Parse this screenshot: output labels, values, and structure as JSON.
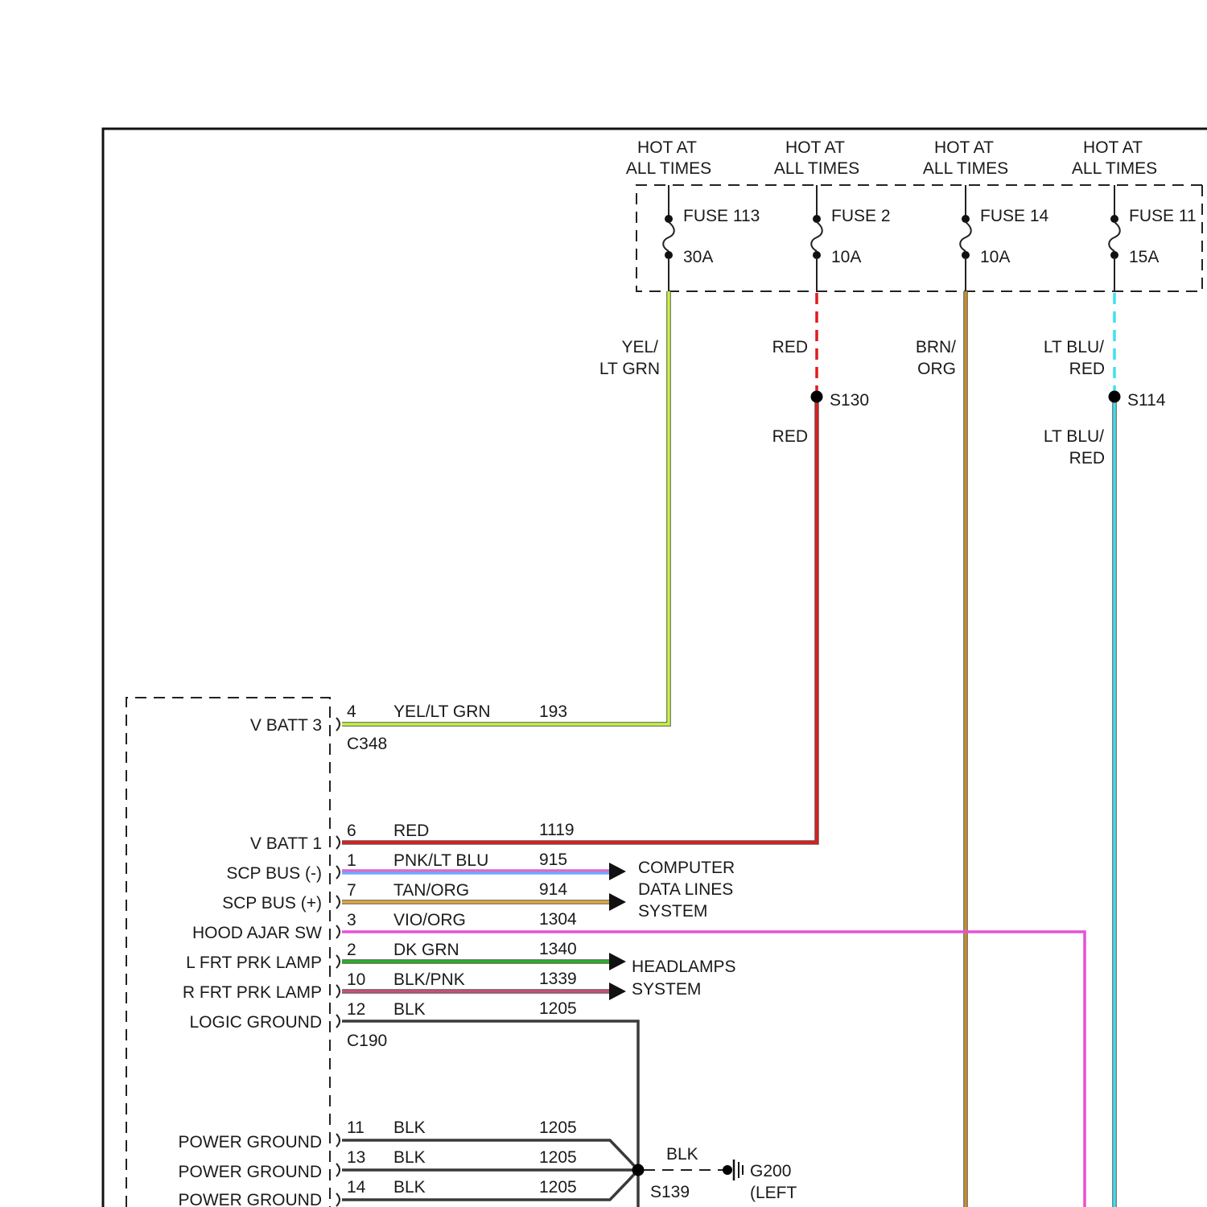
{
  "hot_label": [
    "HOT AT",
    "ALL TIMES"
  ],
  "fuses": [
    {
      "name": "FUSE 113",
      "rating": "30A"
    },
    {
      "name": "FUSE 2",
      "rating": "10A"
    },
    {
      "name": "FUSE 14",
      "rating": "10A"
    },
    {
      "name": "FUSE 11",
      "rating": "15A"
    }
  ],
  "feed_labels": {
    "f113": [
      "YEL/",
      "LT GRN"
    ],
    "f2_top": "RED",
    "f2_bottom": "RED",
    "f14": [
      "BRN/",
      "ORG"
    ],
    "f11_top": [
      "LT BLU/",
      "RED"
    ],
    "f11_bottom": [
      "LT BLU/",
      "RED"
    ]
  },
  "splices": {
    "s130": "S130",
    "s114": "S114",
    "s139": "S139"
  },
  "connectors": {
    "c348": "C348",
    "c190": "C190"
  },
  "pins": [
    {
      "label": "V BATT 3",
      "pin": "4",
      "color_name": "YEL/LT GRN",
      "circuit": "193"
    },
    {
      "label": "V BATT 1",
      "pin": "6",
      "color_name": "RED",
      "circuit": "1119"
    },
    {
      "label": "SCP BUS (-)",
      "pin": "1",
      "color_name": "PNK/LT BLU",
      "circuit": "915"
    },
    {
      "label": "SCP BUS (+)",
      "pin": "7",
      "color_name": "TAN/ORG",
      "circuit": "914"
    },
    {
      "label": "HOOD AJAR SW",
      "pin": "3",
      "color_name": "VIO/ORG",
      "circuit": "1304"
    },
    {
      "label": "L FRT PRK LAMP",
      "pin": "2",
      "color_name": "DK GRN",
      "circuit": "1340"
    },
    {
      "label": "R FRT PRK LAMP",
      "pin": "10",
      "color_name": "BLK/PNK",
      "circuit": "1339"
    },
    {
      "label": "LOGIC GROUND",
      "pin": "12",
      "color_name": "BLK",
      "circuit": "1205"
    },
    {
      "label": "POWER GROUND",
      "pin": "11",
      "color_name": "BLK",
      "circuit": "1205"
    },
    {
      "label": "POWER GROUND",
      "pin": "13",
      "color_name": "BLK",
      "circuit": "1205"
    },
    {
      "label": "POWER GROUND",
      "pin": "14",
      "color_name": "BLK",
      "circuit": "1205"
    }
  ],
  "systems": {
    "computer": [
      "COMPUTER",
      "DATA LINES",
      "SYSTEM"
    ],
    "headlamps": [
      "HEADLAMPS",
      "SYSTEM"
    ]
  },
  "ground": {
    "splice_wire": "BLK",
    "name": "G200",
    "location": "(LEFT"
  },
  "wire_colors": {
    "yel_lt_grn": "#c6f53c",
    "red": "#e11b1b",
    "pnk_lt_blu": "#e066c8",
    "pnk_lt_blu_stripe": "#6fa8ff",
    "tan_org": "#e1a93a",
    "vio_org": "#ea4fd3",
    "dk_grn": "#26b326",
    "blk_pnk": "#c9507a",
    "blk": "#3a3a3a",
    "brn_org": "#c9902c",
    "lt_blu_red": "#3fe0f0"
  }
}
